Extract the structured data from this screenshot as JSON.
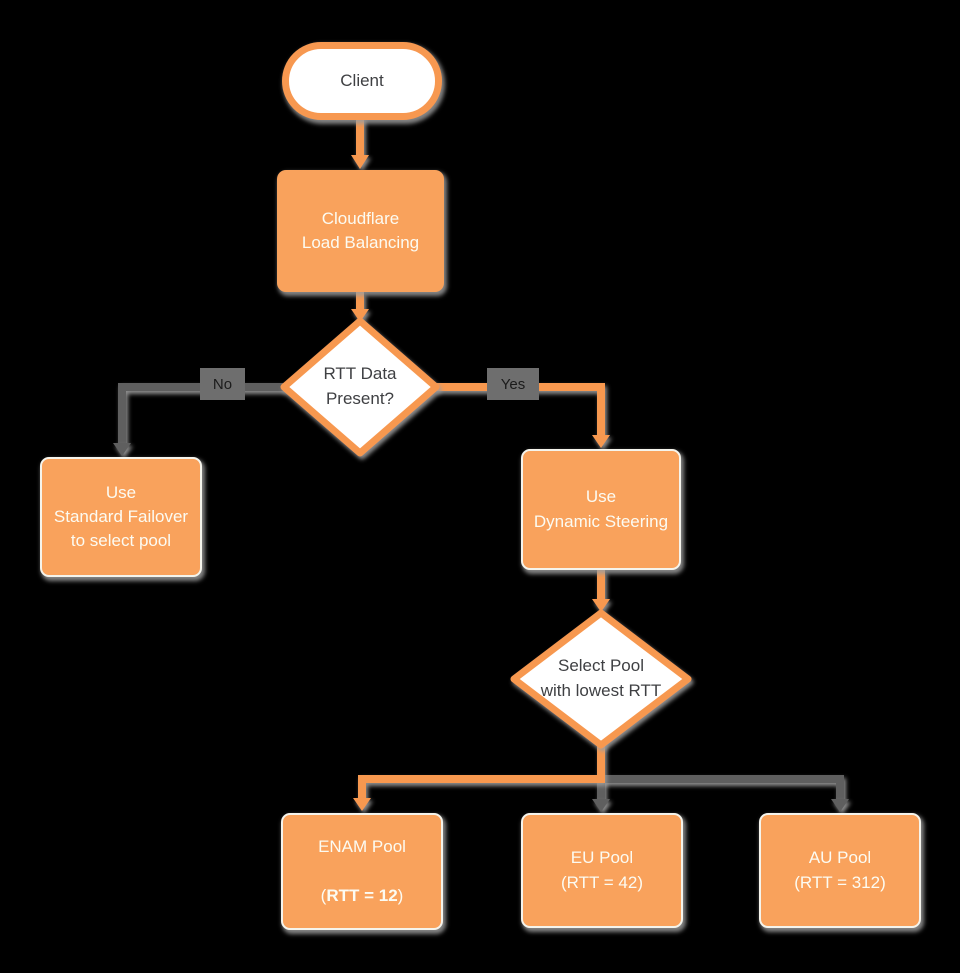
{
  "colors": {
    "background": "#000000",
    "orange_fill": "#F9A25C",
    "orange_line": "#F79850",
    "gray_line": "#5E5E5E",
    "shadow": "#9C9C9C",
    "dark_text": "#3F4043",
    "light_text": "#FCFBF2",
    "edge_label_bg": "#6E6E6E",
    "edge_label_text": "#1B1B1B",
    "decision_fill": "#FFFFFF"
  },
  "nodes": {
    "client": {
      "label": "Client"
    },
    "load_balancing": {
      "label": "Cloudflare\nLoad Balancing"
    },
    "rtt_decision": {
      "label": "RTT Data\nPresent?"
    },
    "standard_failover": {
      "label": "Use\nStandard Failover\nto select pool"
    },
    "dynamic_steering": {
      "label": "Use\nDynamic Steering"
    },
    "select_pool": {
      "label": "Select Pool\nwith lowest RTT"
    },
    "enam": {
      "line1": "ENAM Pool",
      "paren_open": "(",
      "rtt_bold": "RTT = 12",
      "paren_close": ")"
    },
    "eu": {
      "label": "EU Pool\n(RTT = 42)"
    },
    "au": {
      "label": "AU Pool\n(RTT = 312)"
    }
  },
  "edge_labels": {
    "no": "No",
    "yes": "Yes"
  }
}
